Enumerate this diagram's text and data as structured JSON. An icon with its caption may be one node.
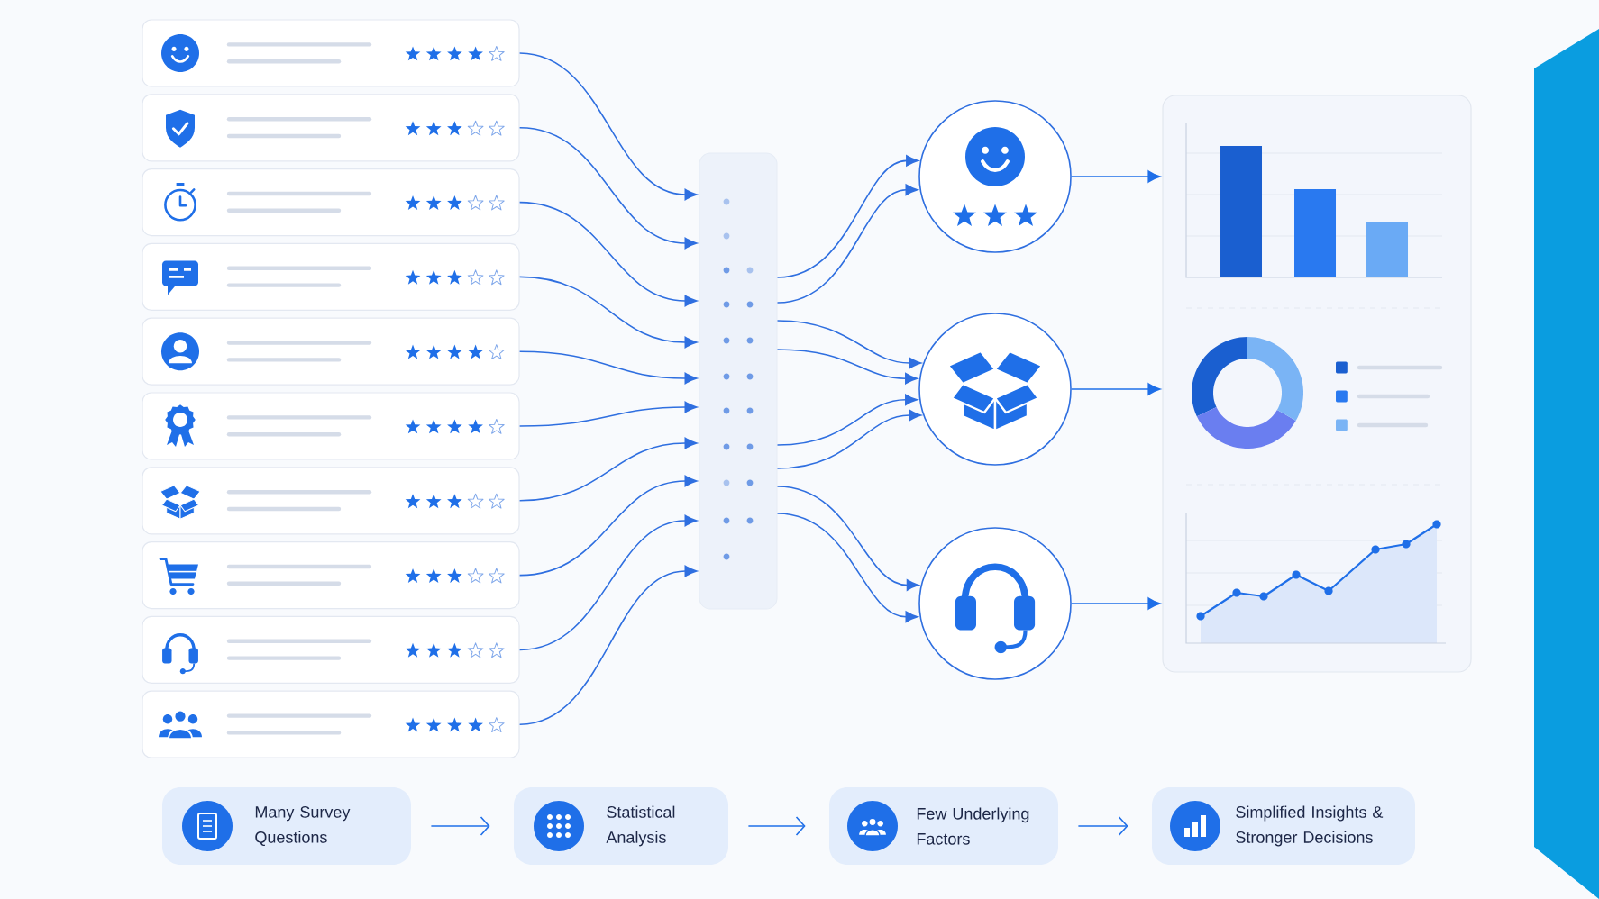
{
  "diagram": {
    "nodes": [
      {
        "text": [],
        "shape": "box"
      },
      {
        "text": [],
        "shape": "box"
      },
      {
        "text": [],
        "shape": "box"
      },
      {
        "text": [],
        "shape": "box"
      },
      {
        "text": [],
        "shape": "box"
      },
      {
        "text": [],
        "shape": "box"
      },
      {
        "text": [],
        "shape": "box"
      },
      {
        "text": [],
        "shape": "box"
      },
      {
        "text": [],
        "shape": "box"
      },
      {
        "text": [],
        "shape": "box"
      },
      {
        "text": [],
        "shape": "box"
      },
      {
        "text": [],
        "shape": "circle"
      },
      {
        "text": [],
        "shape": "circle"
      },
      {
        "text": [],
        "shape": "circle"
      },
      {
        "text": [],
        "shape": "box"
      },
      {
        "text": [
          "Many Survey Questions"
        ]
      },
      {
        "text": [
          "Statistical Analysis"
        ]
      },
      {
        "text": [
          "Few Underlying Factors"
        ]
      },
      {
        "text": [
          "Simplified Insights & Stronger Decisions"
        ]
      },
      {
        "text": [],
        "shape": "bar"
      }
    ],
    "edges": [
      {
        "from": 0,
        "to": 10,
        "arrow": "to"
      },
      {
        "from": 1,
        "to": 10,
        "arrow": "to"
      },
      {
        "from": 2,
        "to": 10,
        "arrow": "to"
      },
      {
        "from": 3,
        "to": 10,
        "arrow": "to"
      },
      {
        "from": 4,
        "to": 10,
        "arrow": "to"
      },
      {
        "from": 5,
        "to": 10,
        "arrow": "to"
      },
      {
        "from": 6,
        "to": 10,
        "arrow": "to"
      },
      {
        "from": 7,
        "to": 10,
        "arrow": "to"
      },
      {
        "from": 8,
        "to": 10,
        "arrow": "to"
      },
      {
        "from": 9,
        "to": 10,
        "arrow": "to"
      },
      {
        "from": 10,
        "to": 11,
        "arrow": "to"
      },
      {
        "from": 10,
        "to": 11,
        "arrow": "to"
      },
      {
        "from": 10,
        "to": 12,
        "arrow": "to"
      },
      {
        "from": 10,
        "to": 12,
        "arrow": "to"
      },
      {
        "from": 10,
        "to": 12,
        "arrow": "to"
      },
      {
        "from": 10,
        "to": 12,
        "arrow": "to"
      },
      {
        "from": 10,
        "to": 13,
        "arrow": "to"
      },
      {
        "from": 10,
        "to": 13,
        "arrow": "to"
      },
      {
        "from": 11,
        "to": 14,
        "arrow": "to"
      },
      {
        "from": 12,
        "to": 14,
        "arrow": "to"
      },
      {
        "from": 13,
        "to": 14,
        "arrow": "to"
      },
      {
        "from": 15,
        "to": 16,
        "arrow": "to"
      },
      {
        "from": 16,
        "to": 17,
        "arrow": "to"
      },
      {
        "from": 17,
        "to": 18,
        "arrow": "to"
      }
    ]
  }
}
